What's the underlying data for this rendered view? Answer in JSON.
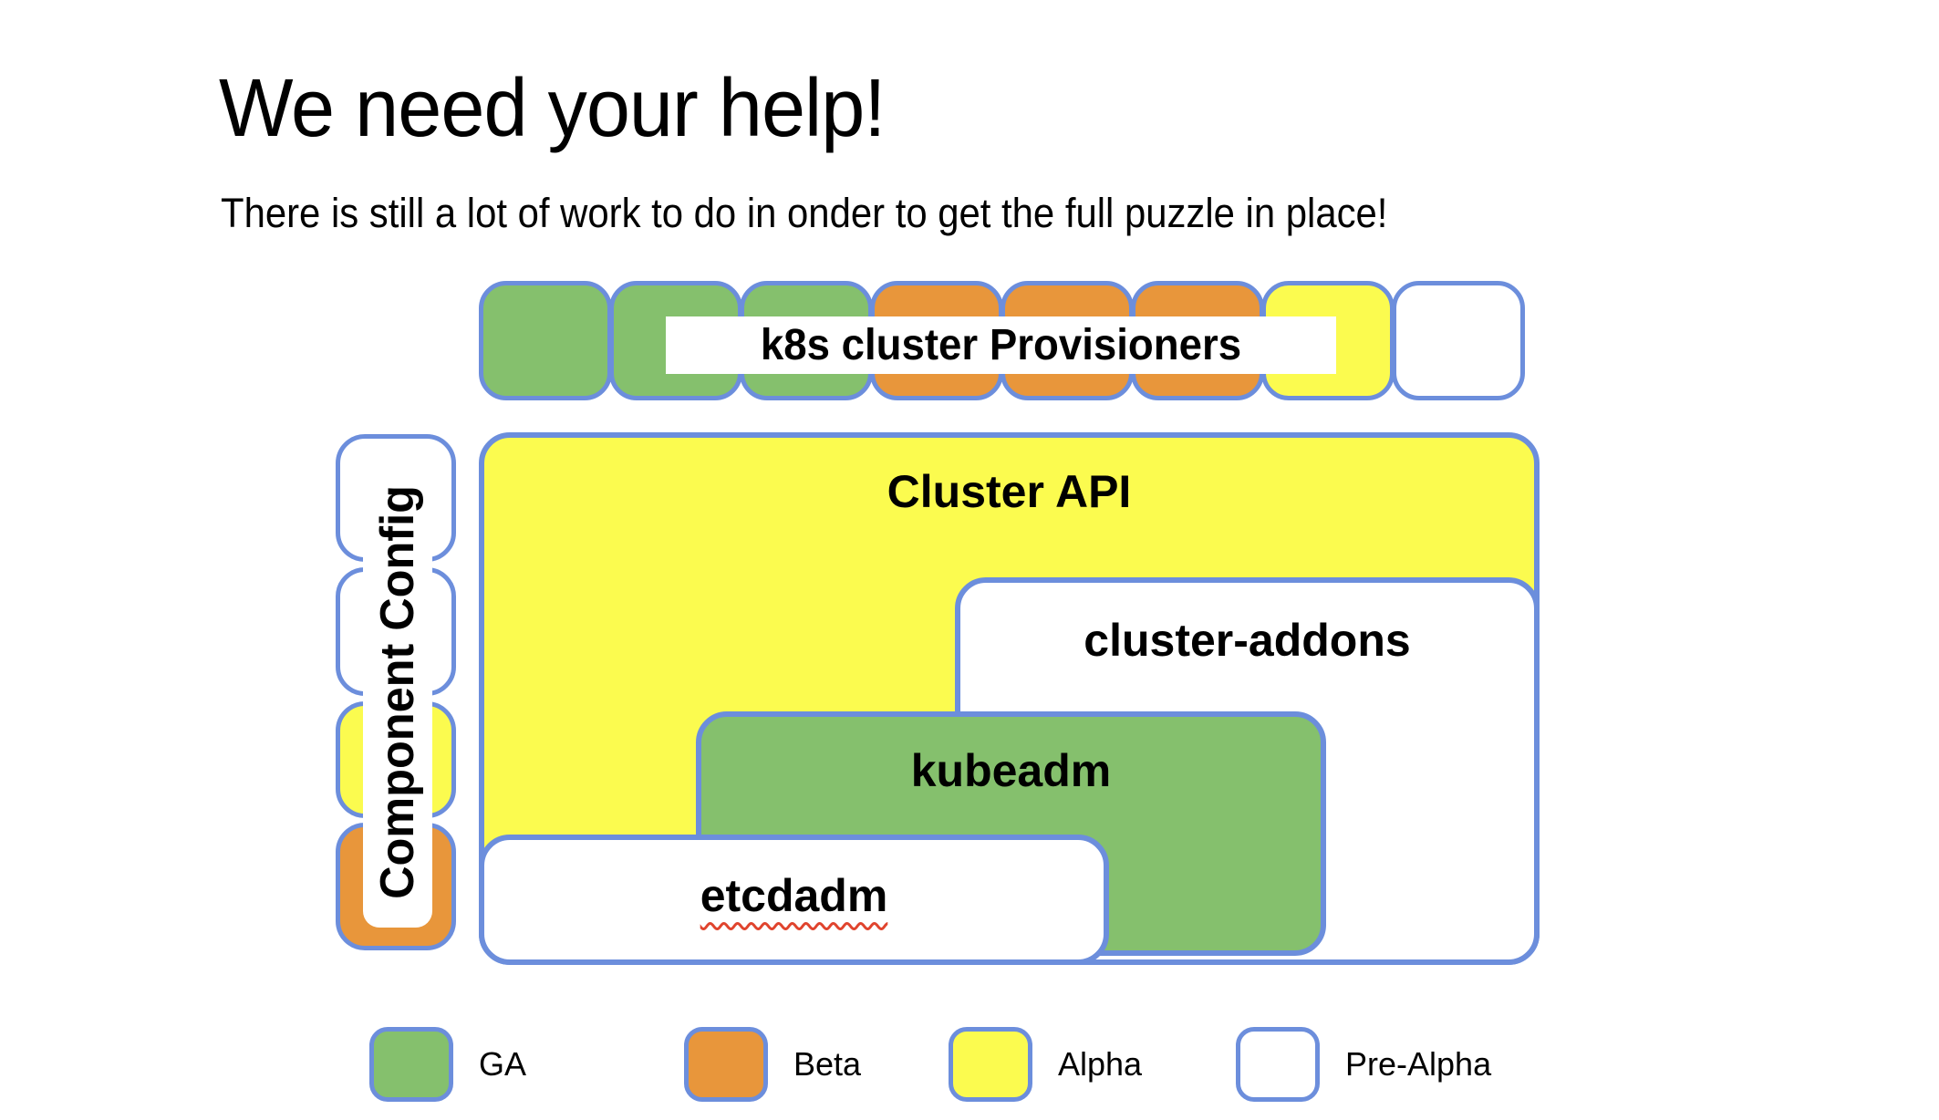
{
  "slide": {
    "title": "We need your help!",
    "subtitle": "There is still a lot of work to do in onder to get the full puzzle in place!"
  },
  "colors": {
    "ga_green": "#85C06D",
    "beta_orange": "#E8963B",
    "alpha_yellow": "#FBFB4F",
    "pre_alpha_white": "#FFFFFF",
    "border_blue": "#6C8EDC",
    "spellcheck_red": "#E0442E"
  },
  "provisioners_row": {
    "label": "k8s cluster Provisioners",
    "blocks": [
      {
        "status": "ga"
      },
      {
        "status": "ga"
      },
      {
        "status": "ga"
      },
      {
        "status": "beta"
      },
      {
        "status": "beta"
      },
      {
        "status": "beta"
      },
      {
        "status": "alpha"
      },
      {
        "status": "pre-alpha"
      }
    ]
  },
  "component_config": {
    "label": "Component Config",
    "blocks": [
      {
        "status": "pre-alpha"
      },
      {
        "status": "pre-alpha"
      },
      {
        "status": "alpha"
      },
      {
        "status": "beta"
      }
    ]
  },
  "boxes": {
    "cluster_api": {
      "label": "Cluster API",
      "status": "alpha"
    },
    "cluster_addons": {
      "label": "cluster-addons",
      "status": "pre-alpha"
    },
    "kubeadm": {
      "label": "kubeadm",
      "status": "ga"
    },
    "etcdadm": {
      "label": "etcdadm",
      "status": "pre-alpha",
      "misspelling_underline": true
    }
  },
  "legend": {
    "items": [
      {
        "label": "GA",
        "status": "ga"
      },
      {
        "label": "Beta",
        "status": "beta"
      },
      {
        "label": "Alpha",
        "status": "alpha"
      },
      {
        "label": "Pre-Alpha",
        "status": "pre-alpha"
      }
    ]
  }
}
